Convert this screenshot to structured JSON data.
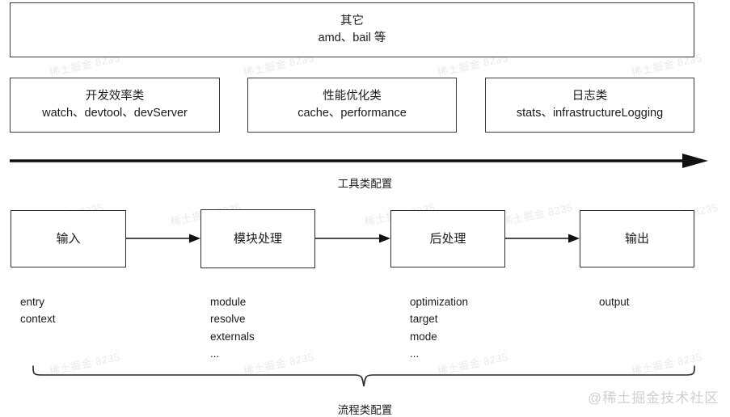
{
  "diagram": {
    "top_box": {
      "title": "其它",
      "items": "amd、bail 等"
    },
    "category_boxes": [
      {
        "title": "开发效率类",
        "items": "watch、devtool、devServer"
      },
      {
        "title": "性能优化类",
        "items": "cache、performance"
      },
      {
        "title": "日志类",
        "items": "stats、infrastructureLogging"
      }
    ],
    "tool_arrow": {
      "label": "工具类配置"
    },
    "flow_boxes": [
      {
        "title": "输入"
      },
      {
        "title": "模块处理"
      },
      {
        "title": "后处理"
      },
      {
        "title": "输出"
      }
    ],
    "config_lists": [
      {
        "lines": [
          "entry",
          "context"
        ]
      },
      {
        "lines": [
          "module",
          "resolve",
          "externals",
          "..."
        ]
      },
      {
        "lines": [
          "optimization",
          "target",
          "mode",
          "..."
        ]
      },
      {
        "lines": [
          "output"
        ]
      }
    ],
    "brace": {
      "label": "流程类配置"
    },
    "watermark": {
      "brand": "@稀土掘金技术社区",
      "tile": "稀土掘金 8235"
    },
    "colors": {
      "border": "#3c3c3c",
      "text": "#1a1a1a",
      "background": "#ffffff",
      "watermark": "#d8d8d8"
    }
  }
}
